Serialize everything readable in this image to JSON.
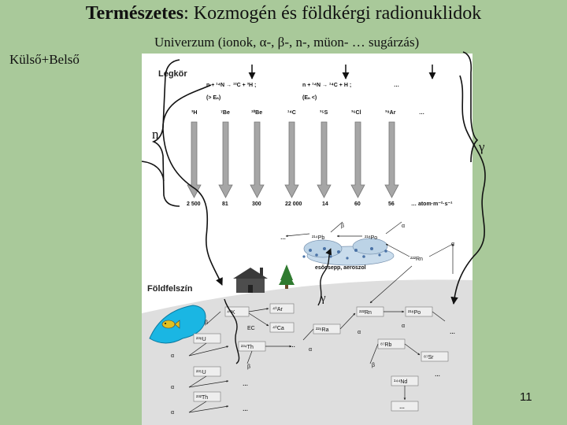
{
  "title": {
    "bold": "Természetes",
    "rest": ": Kozmogén és földkérgi radionuklidok"
  },
  "subtitle": "Univerzum (ionok, α-, β-, n-, müon- … sugárzás)",
  "side_label": "Külső+Belső",
  "page_number": "11",
  "labels": {
    "n": "n",
    "gamma_right": "γ",
    "gamma_ground": "γ"
  },
  "atmosphere": {
    "title": "Légkör",
    "reaction1": "n + ¹⁴N → ¹²C + ³H ;",
    "reaction1_note": "(> Eₙ)",
    "reaction2": "n + ¹⁴N → ¹⁴C + H ;",
    "reaction2_note": "(Eₙ <)",
    "ellipsis": "…",
    "nuclides": [
      "³H",
      "⁷Be",
      "¹⁰Be",
      "¹⁴C",
      "³⁵S",
      "³⁶Cl",
      "³⁹Ar",
      "…"
    ],
    "rates": [
      "2 500",
      "81",
      "300",
      "22 000",
      "14",
      "60",
      "56",
      "… atom·m⁻²·s⁻¹"
    ]
  },
  "aerosol": {
    "pb": "²¹⁴Pb",
    "po": "²¹⁸Po",
    "rn": "²²²Rn",
    "caption": "esőcsepp, aeroszol",
    "alpha": "α",
    "beta": "β",
    "ellipsis": "…"
  },
  "ground": {
    "title": "Földfelszín",
    "k40": "⁴⁰K",
    "ar40": "⁴⁰Ar",
    "ec": "EC",
    "ca40": "⁴⁰Ca",
    "u238": "²³⁸U",
    "th234": "²³⁴Th",
    "ra226": "²²⁶Ra",
    "rn222": "²²²Rn",
    "po218": "²¹⁸Po",
    "rb87": "⁸⁷Rb",
    "sr87": "⁸⁷Sr",
    "u235": "²³⁵U",
    "th232": "²³²Th",
    "nd144": "¹⁴⁴Nd",
    "alpha": "α",
    "beta": "β",
    "ellipsis": "…"
  }
}
